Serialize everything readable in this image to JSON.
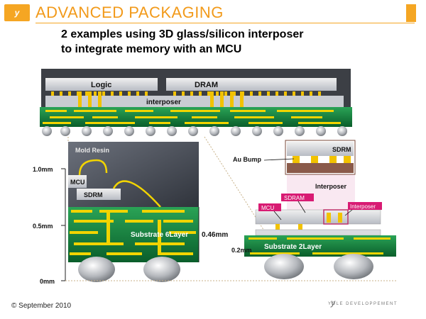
{
  "header": {
    "brand_mark": "y",
    "section_title": "ADVANCED PACKAGING"
  },
  "subtitle": {
    "line1": "2 examples using 3D glass/silicon interposer",
    "line2": "to integrate memory with an MCU"
  },
  "top_diagram": {
    "logic_label": "Logic",
    "dram_label": "DRAM",
    "interposer_label": "interposer"
  },
  "left_cross_section": {
    "mold_label": "Mold Resin",
    "mcu_label": "MCU",
    "sdrm_label": "SDRM",
    "substrate_label": "Substrate  6Layer",
    "thickness_label": "0.46mm",
    "scale_labels": [
      "1.0mm",
      "0.5mm",
      "0mm"
    ]
  },
  "right_cross_section": {
    "au_bump_label": "Au Bump",
    "sdrm_inset_label": "SDRM",
    "interposer_inset_label": "Interposer",
    "sdram_label": "SDRAM",
    "mcu_label": "MCU",
    "interposer_label": "Interposer",
    "substrate_label": "Substrate  2Layer",
    "thickness_label": "0.2mm"
  },
  "footer": {
    "copyright": "© September 2010",
    "logo_text": "YOLE DEVELOPPEMENT",
    "logo_mark": "y"
  },
  "colors": {
    "accent": "#f5a623",
    "substrate_green": "#0f7a3a",
    "trace_yellow": "#f2d400",
    "mold_gray": "#4a4f5a"
  }
}
